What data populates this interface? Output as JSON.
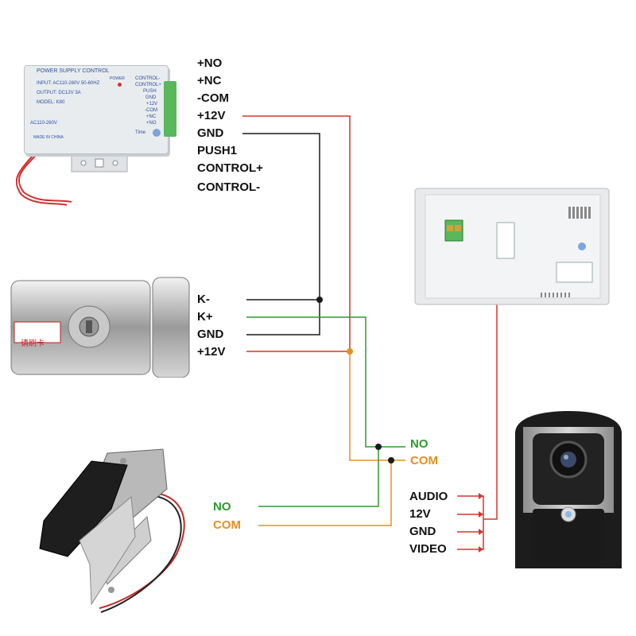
{
  "psu": {
    "title": "POWER SUPPLY CONTROL",
    "input": "INPUT: AC110-260V 50-60HZ",
    "output": "OUTPUT: DC12V 3A",
    "model": "MODEL: K80",
    "ac": "AC110-260V",
    "made": "MADE IN CHINA",
    "power": "POWER",
    "time": "Time",
    "terms": [
      "CONTROL-",
      "CONTROL+",
      "PUSH",
      "GND",
      "+12V",
      "-COM",
      "+NC",
      "+NO"
    ],
    "labels": [
      "+NO",
      "+NC",
      "-COM",
      "+12V",
      "GND",
      "PUSH1",
      "CONTROL+",
      "CONTROL-"
    ]
  },
  "lock": {
    "plate_text": "请刷卡",
    "labels": [
      "K-",
      "K+",
      "GND",
      "+12V"
    ]
  },
  "relay": {
    "no": "NO",
    "com": "COM"
  },
  "strike": {
    "no": "NO",
    "com": "COM"
  },
  "camera": {
    "labels": [
      "AUDIO",
      "12V",
      "GND",
      "VIDEO"
    ]
  },
  "colors": {
    "red": "#d9342b",
    "black": "#1a1a1a",
    "green": "#2e9a2e",
    "orange": "#e8901e"
  }
}
